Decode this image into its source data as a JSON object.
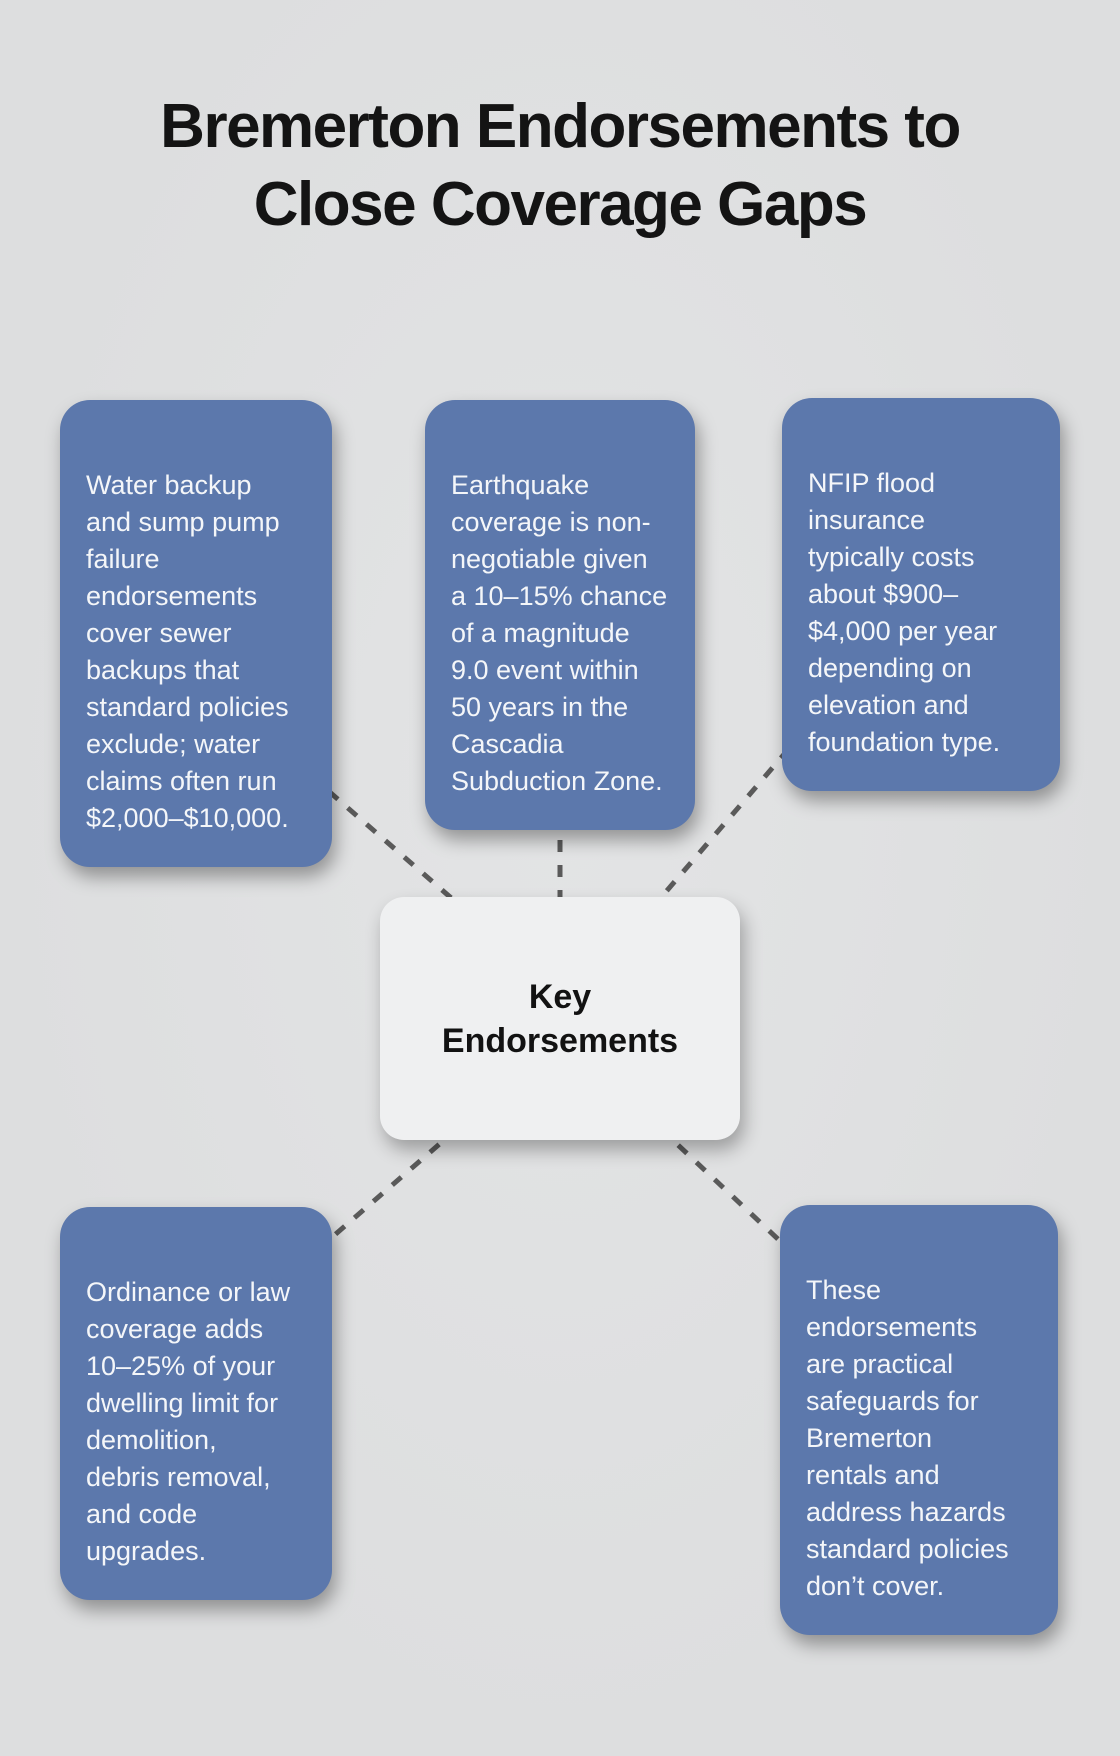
{
  "title": "Bremerton Endorsements to\nClose Coverage Gaps",
  "center": {
    "label": "Key\nEndorsements"
  },
  "cards": [
    {
      "id": "water-backup",
      "text": "Water backup\nand sump pump\nfailure\nendorsements\ncover sewer\nbackups that\nstandard policies\nexclude; water\nclaims often run\n$2,000–$10,000."
    },
    {
      "id": "earthquake",
      "text": "Earthquake\ncoverage is non-\nnegotiable given\na 10–15% chance\nof a magnitude\n9.0 event within\n50 years in the\nCascadia\nSubduction Zone."
    },
    {
      "id": "nfip-flood",
      "text": "NFIP flood\ninsurance\ntypically costs\nabout $900–\n$4,000 per year\ndepending on\nelevation and\nfoundation type."
    },
    {
      "id": "ordinance-law",
      "text": "Ordinance or law\ncoverage adds\n10–25% of your\ndwelling limit for\ndemolition,\ndebris removal,\nand code\nupgrades."
    },
    {
      "id": "summary",
      "text": "These\nendorsements\nare practical\nsafeguards for\nBremerton\nrentals and\naddress hazards\nstandard policies\ndon’t cover."
    }
  ],
  "colors": {
    "background": "#dee0e0",
    "card_bg": "#5c78ac",
    "card_text": "#f4f6f9",
    "center_bg": "#eff0f1",
    "connector": "#5a5a5a",
    "title_text": "#141414"
  }
}
